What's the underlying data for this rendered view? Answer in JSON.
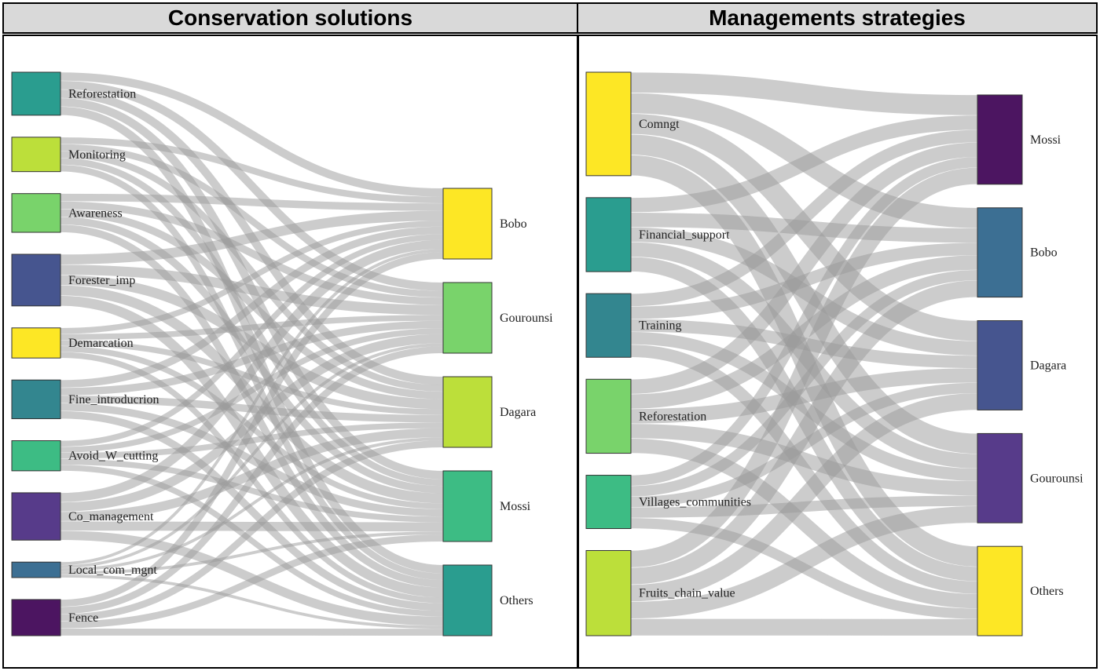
{
  "panels": {
    "left_title": "Conservation solutions",
    "right_title": "Managements strategies"
  },
  "chart_data": [
    {
      "type": "sankey",
      "title": "Conservation solutions",
      "sources": [
        {
          "name": "Reforestation",
          "value": 5,
          "color": "#2a9d8f"
        },
        {
          "name": "Monitoring",
          "value": 4,
          "color": "#bcdf3a"
        },
        {
          "name": "Awareness",
          "value": 4.5,
          "color": "#79d36b"
        },
        {
          "name": "Forester_imp",
          "value": 6,
          "color": "#46558f"
        },
        {
          "name": "Demarcation",
          "value": 3.5,
          "color": "#fde725"
        },
        {
          "name": "Fine_introducrion",
          "value": 4.5,
          "color": "#33868f"
        },
        {
          "name": "Avoid_W_cutting",
          "value": 3.5,
          "color": "#3dbc84"
        },
        {
          "name": "Co_management",
          "value": 5.5,
          "color": "#573b8a"
        },
        {
          "name": "Local_com_mgnt",
          "value": 1.8,
          "color": "#3c6f93"
        },
        {
          "name": "Fence",
          "value": 4.2,
          "color": "#4c1561"
        }
      ],
      "targets": [
        {
          "name": "Bobo",
          "color": "#fde725"
        },
        {
          "name": "Gourounsi",
          "color": "#79d36b"
        },
        {
          "name": "Dagara",
          "color": "#bcdf3a"
        },
        {
          "name": "Mossi",
          "color": "#3dbc84"
        },
        {
          "name": "Others",
          "color": "#2a9d8f"
        }
      ],
      "link_color": "#9a9a9a"
    },
    {
      "type": "sankey",
      "title": "Managements strategies",
      "sources": [
        {
          "name": "Comngt",
          "value": 13,
          "color": "#fde725"
        },
        {
          "name": "Financial_support",
          "value": 9.3,
          "color": "#2a9d8f"
        },
        {
          "name": "Training",
          "value": 8,
          "color": "#33868f"
        },
        {
          "name": "Reforestation",
          "value": 9.3,
          "color": "#79d36b"
        },
        {
          "name": "Villages_communities",
          "value": 6.7,
          "color": "#3dbc84"
        },
        {
          "name": "Fruits_chain_value",
          "value": 10.7,
          "color": "#bcdf3a"
        }
      ],
      "targets": [
        {
          "name": "Mossi",
          "color": "#4c1561"
        },
        {
          "name": "Bobo",
          "color": "#3c6f93"
        },
        {
          "name": "Dagara",
          "color": "#46558f"
        },
        {
          "name": "Gourounsi",
          "color": "#573b8a"
        },
        {
          "name": "Others",
          "color": "#fde725"
        }
      ],
      "link_color": "#9a9a9a"
    }
  ]
}
